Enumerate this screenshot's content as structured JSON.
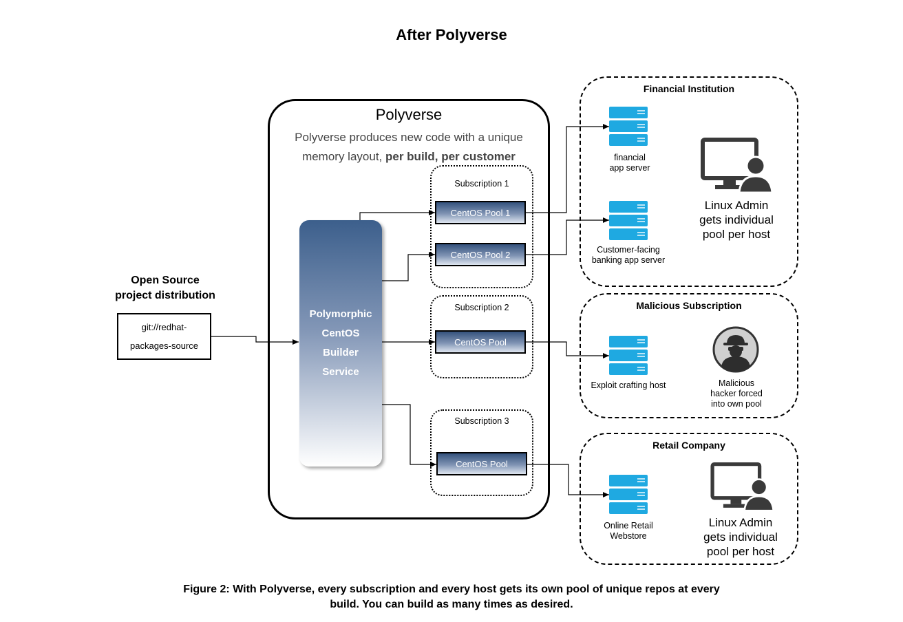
{
  "title": "After Polyverse",
  "source": {
    "heading_line1": "Open Source",
    "heading_line2": "project distribution",
    "repo_line1": "git://redhat-",
    "repo_line2": "packages-source"
  },
  "polyverse": {
    "title": "Polyverse",
    "desc_line1": "Polyverse produces new code with a unique",
    "desc_line2_prefix": "memory layout, ",
    "desc_line2_bold": "per build, per customer"
  },
  "builder": {
    "line1": "Polymorphic",
    "line2": "CentOS",
    "line3": "Builder",
    "line4": "Service"
  },
  "subscriptions": [
    {
      "label": "Subscription 1",
      "pools": [
        "CentOS Pool 1",
        "CentOS Pool 2"
      ]
    },
    {
      "label": "Subscription 2",
      "pools": [
        "CentOS Pool"
      ]
    },
    {
      "label": "Subscription 3",
      "pools": [
        "CentOS Pool"
      ]
    }
  ],
  "groups": {
    "financial": {
      "title": "Financial Institution",
      "server1_line1": "financial",
      "server1_line2": "app server",
      "server2_line1": "Customer-facing",
      "server2_line2": "banking app server",
      "admin_line1": "Linux Admin",
      "admin_line2": "gets individual",
      "admin_line3": "pool per host"
    },
    "malicious": {
      "title": "Malicious Subscription",
      "server_label": "Exploit crafting host",
      "hacker_line1": "Malicious",
      "hacker_line2": "hacker forced",
      "hacker_line3": "into own pool"
    },
    "retail": {
      "title": "Retail Company",
      "server_line1": "Online Retail",
      "server_line2": "Webstore",
      "admin_line1": "Linux Admin",
      "admin_line2": "gets individual",
      "admin_line3": "pool per host"
    }
  },
  "caption_line1": "Figure 2: With Polyverse, every subscription and every host gets its own pool of unique repos at every",
  "caption_line2": "build. You can build as many times as desired.",
  "colors": {
    "server_blue": "#1fa9e1",
    "builder_top": "#3c5f8c",
    "pool_top": "#34527d",
    "hacker_gray": "#d0d0d0"
  }
}
